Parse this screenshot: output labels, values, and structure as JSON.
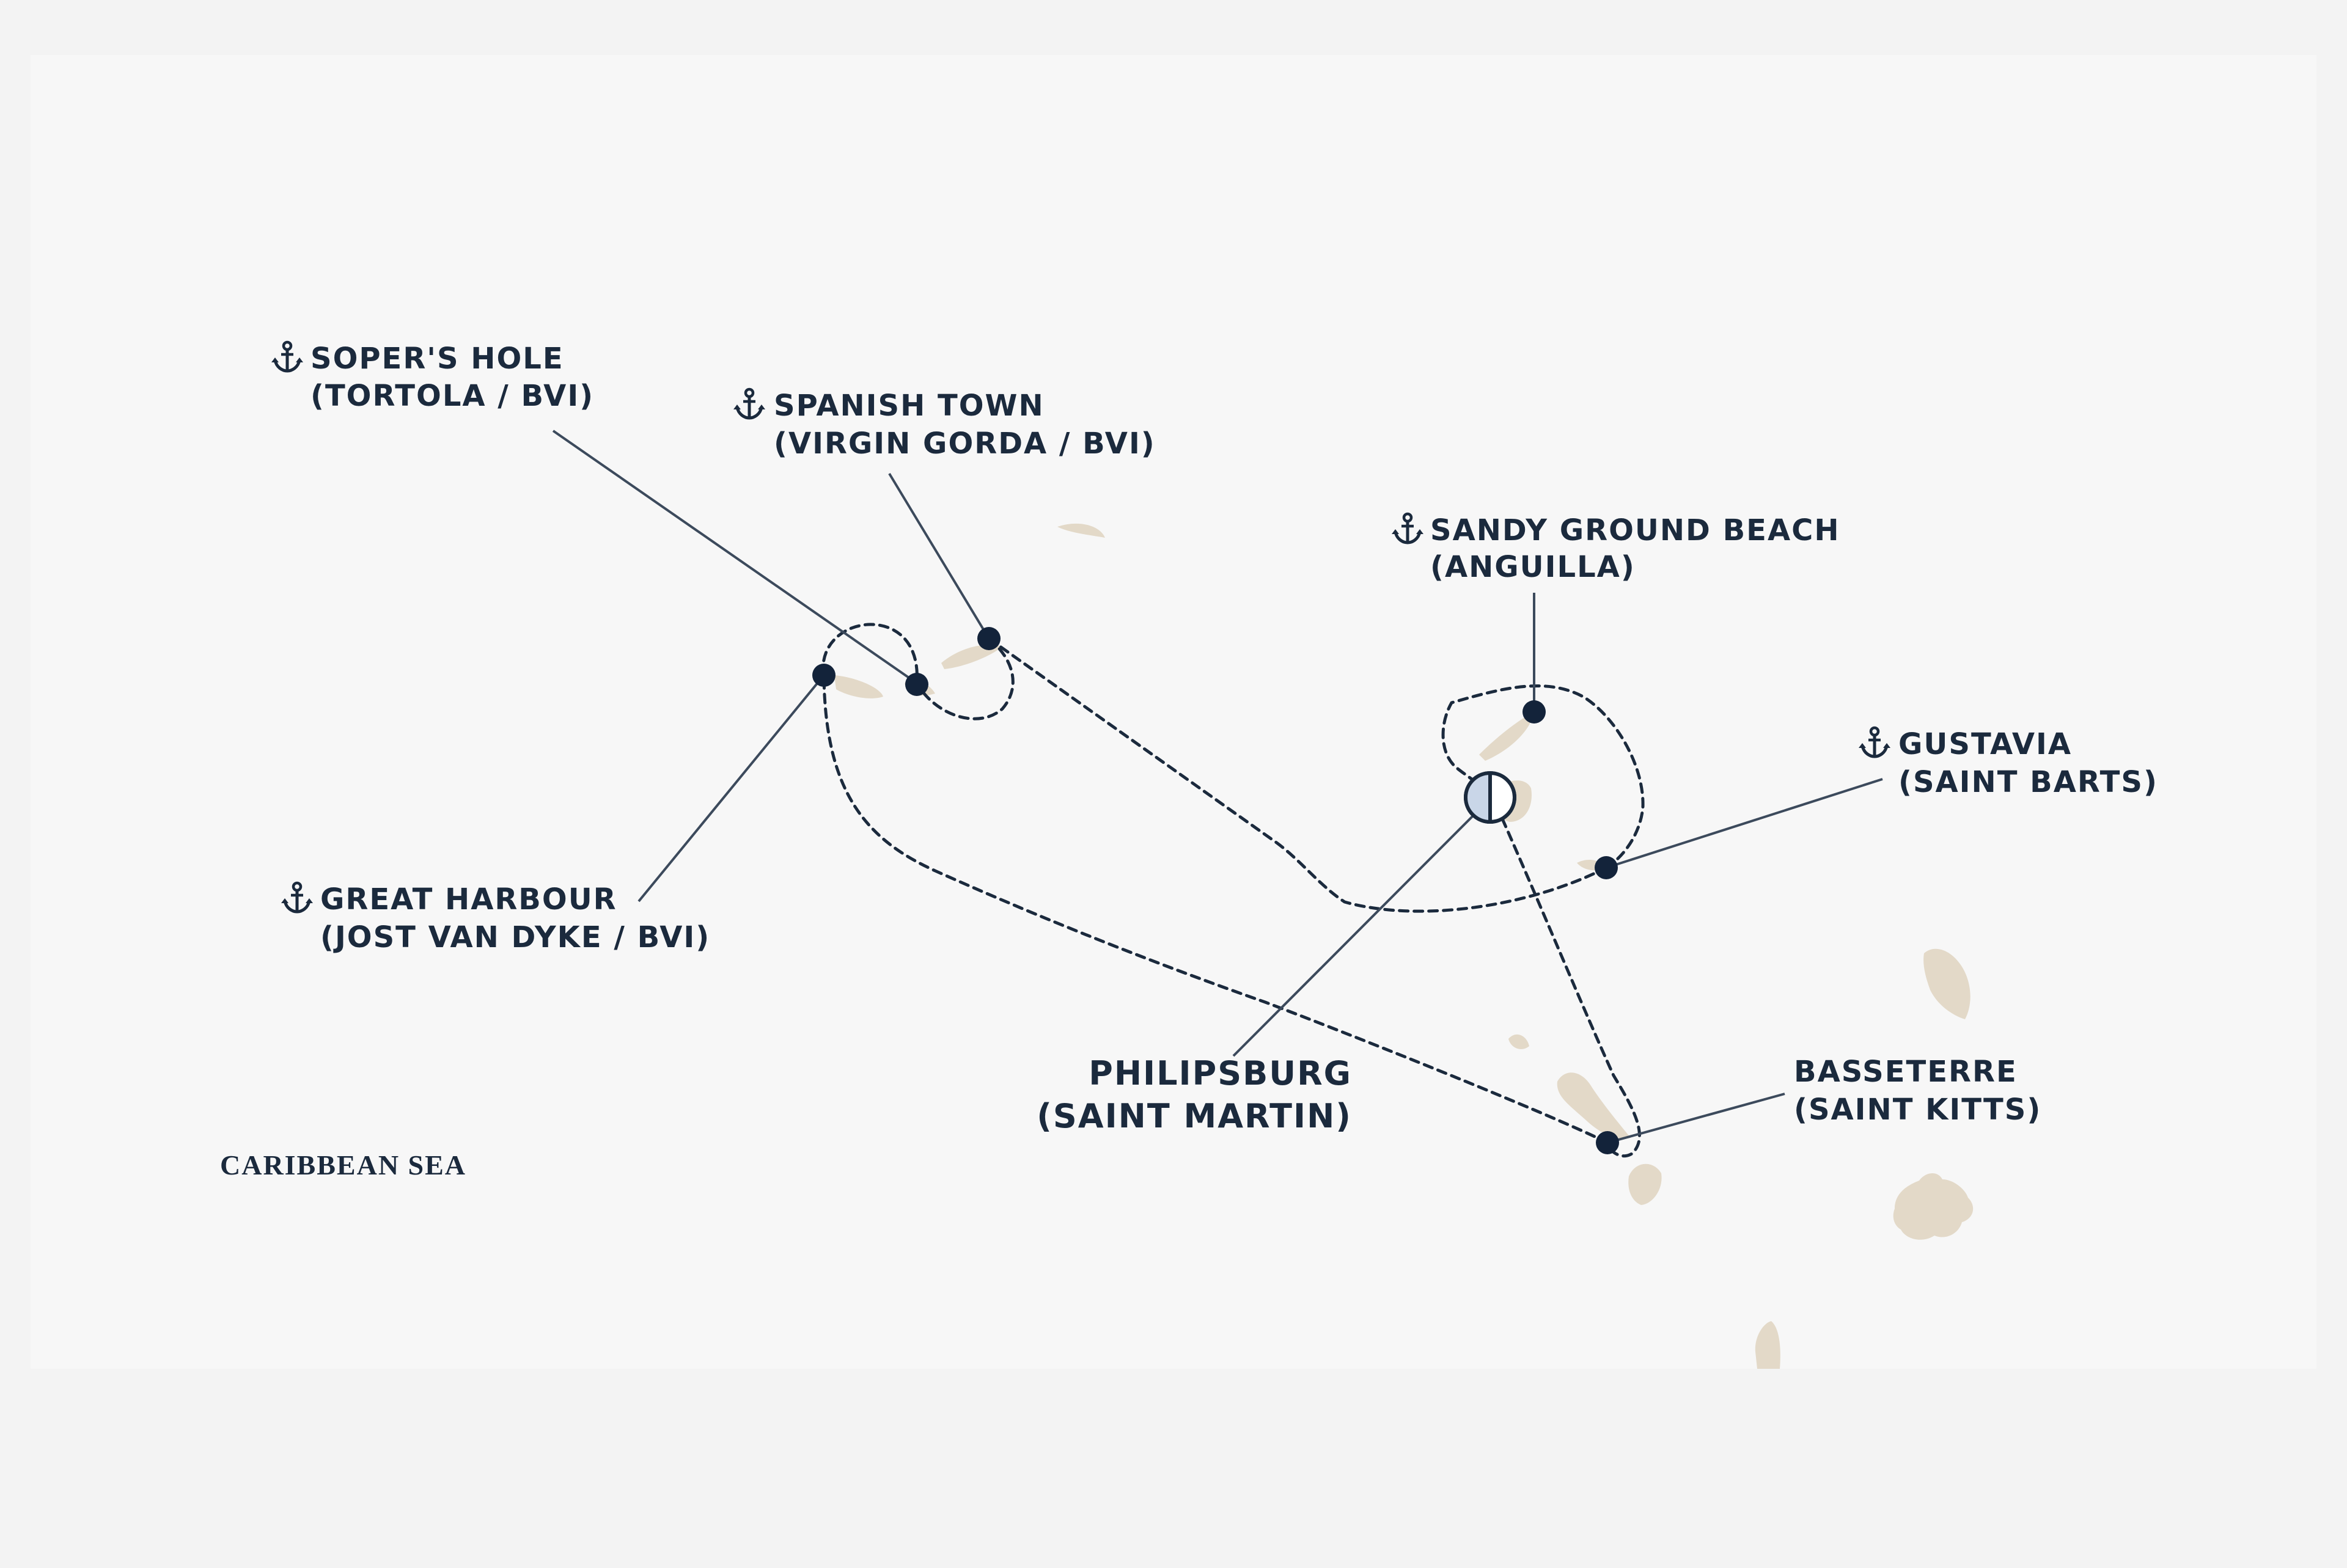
{
  "map": {
    "sea_label": "CARIBBEAN SEA",
    "colors": {
      "background": "#f3f3f3",
      "panel": "#f7f7f7",
      "land": "#e3d9c8",
      "route": "#1b2a3d",
      "leader_line": "#3c4a5c",
      "port_dot": "#13233a",
      "text": "#1b2a3d",
      "home_port_fill": "#c9d6e8"
    },
    "stops": [
      {
        "name": "SOPER'S HOLE",
        "sub": "(TORTOLA / BVI)",
        "icon": "anchor-icon"
      },
      {
        "name": "SPANISH TOWN",
        "sub": "(VIRGIN GORDA / BVI)",
        "icon": "anchor-icon"
      },
      {
        "name": "SANDY GROUND BEACH",
        "sub": "(ANGUILLA)",
        "icon": "anchor-icon"
      },
      {
        "name": "GUSTAVIA",
        "sub": "(SAINT BARTS)",
        "icon": "anchor-icon"
      },
      {
        "name": "GREAT HARBOUR",
        "sub": "(JOST VAN DYKE / BVI)",
        "icon": "anchor-icon"
      },
      {
        "name": "BASSETERRE",
        "sub": "(SAINT KITTS)",
        "icon": null
      }
    ],
    "home_port": {
      "name": "PHILIPSBURG",
      "sub": "(SAINT MARTIN)",
      "icon": "half-circle-port-icon"
    }
  }
}
